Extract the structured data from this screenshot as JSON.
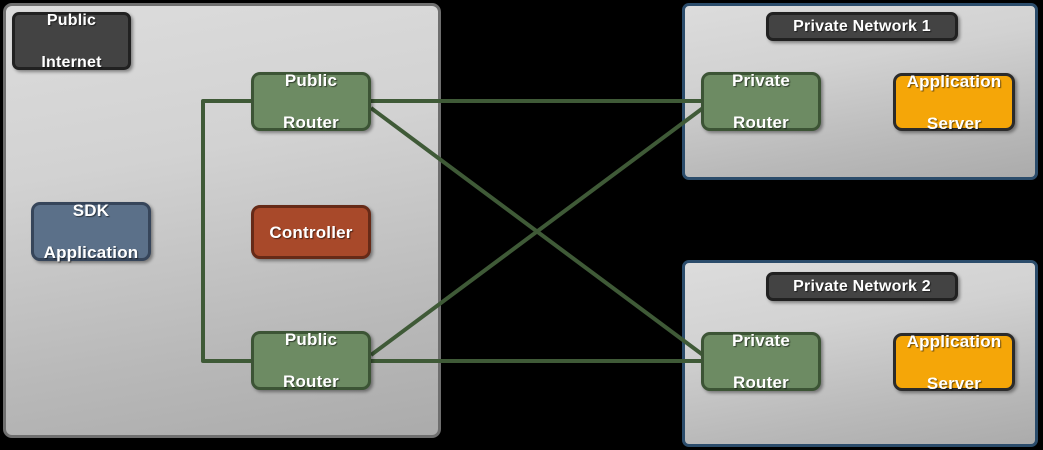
{
  "diagram": {
    "title": "Public Internet to Private Networks overlay topology",
    "background_color": "#000000",
    "link_color": "#3f5a37"
  },
  "zones": [
    {
      "id": "public-internet",
      "label": "Public\nInternet",
      "label_line1": "Public",
      "label_line2": "Internet",
      "border_color": "#6f6f6f",
      "label_badge_color": "#434343"
    },
    {
      "id": "private-network-1",
      "label": "Private Network 1",
      "border_color": "#2b4c6b",
      "label_badge_color": "#434343"
    },
    {
      "id": "private-network-2",
      "label": "Private Network 2",
      "border_color": "#2b4c6b",
      "label_badge_color": "#434343"
    }
  ],
  "nodes": {
    "public_router_top": {
      "line1": "Public",
      "line2": "Router",
      "color": "#6d8b63"
    },
    "public_router_bottom": {
      "line1": "Public",
      "line2": "Router",
      "color": "#6d8b63"
    },
    "controller": {
      "line1": "Controller",
      "color": "#a8492a"
    },
    "sdk_application": {
      "line1": "SDK",
      "line2": "Application",
      "color": "#5b7089"
    },
    "private_router_1": {
      "line1": "Private",
      "line2": "Router",
      "color": "#6d8b63"
    },
    "private_router_2": {
      "line1": "Private",
      "line2": "Router",
      "color": "#6d8b63"
    },
    "application_server_1": {
      "line1": "Application",
      "line2": "Server",
      "color": "#f5a608"
    },
    "application_server_2": {
      "line1": "Application",
      "line2": "Server",
      "color": "#f5a608"
    }
  },
  "links": [
    {
      "id": "pr-top-to-private-router-1",
      "from": "public_router_top",
      "to": "private_router_1",
      "style": "straight"
    },
    {
      "id": "pr-top-to-private-router-2",
      "from": "public_router_top",
      "to": "private_router_2",
      "style": "diagonal"
    },
    {
      "id": "pr-bottom-to-private-router-1",
      "from": "public_router_bottom",
      "to": "private_router_1",
      "style": "diagonal"
    },
    {
      "id": "pr-bottom-to-private-router-2",
      "from": "public_router_bottom",
      "to": "private_router_2",
      "style": "straight"
    },
    {
      "id": "pr-top-to-pr-bottom",
      "from": "public_router_top",
      "to": "public_router_bottom",
      "style": "orthogonal-left"
    }
  ]
}
